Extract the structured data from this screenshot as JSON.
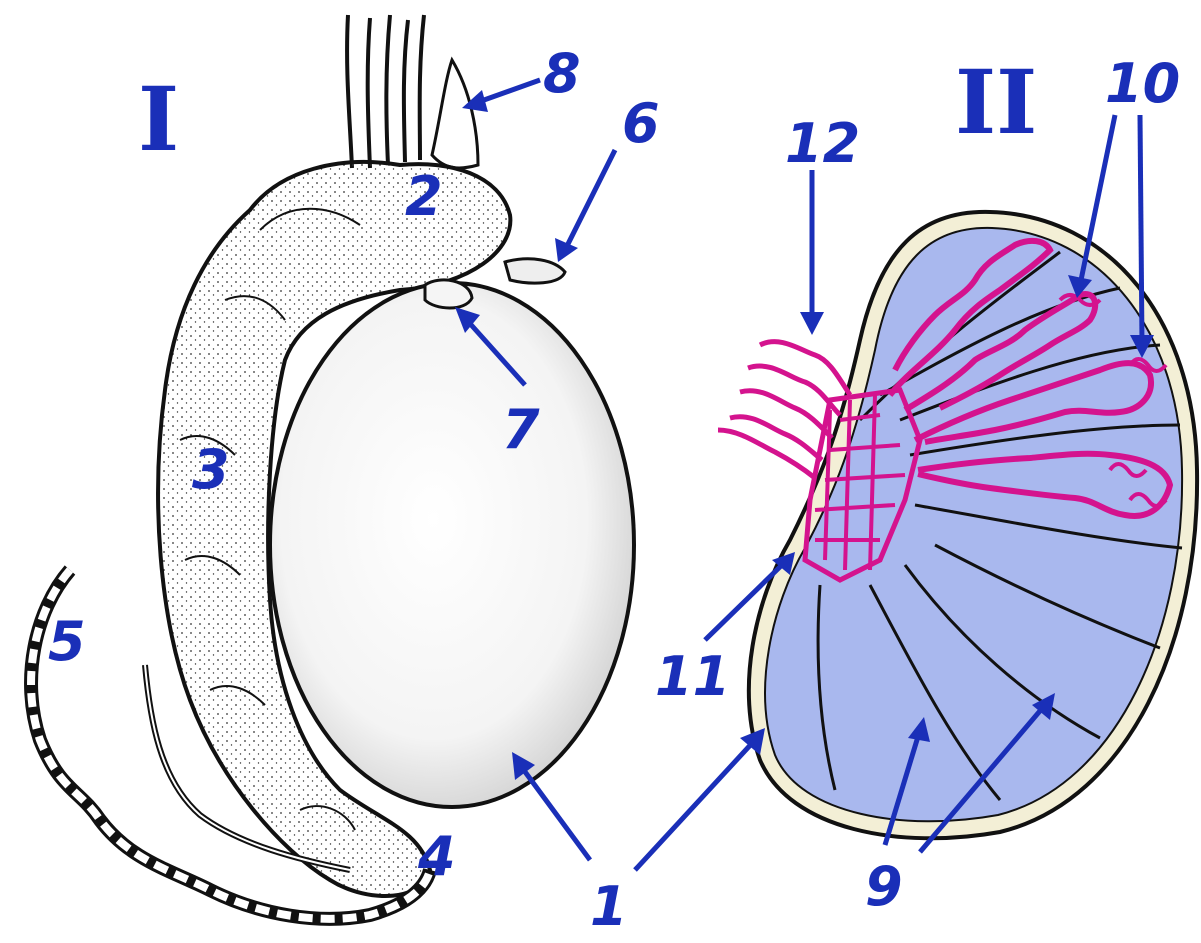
{
  "figure": {
    "panels": [
      {
        "id": "I",
        "numeral": "I"
      },
      {
        "id": "II",
        "numeral": "II"
      }
    ],
    "labels": {
      "l1": "1",
      "l2": "2",
      "l3": "3",
      "l4": "4",
      "l5": "5",
      "l6": "6",
      "l7": "7",
      "l8": "8",
      "l9": "9",
      "l10": "10",
      "l11": "11",
      "l12": "12"
    },
    "colors": {
      "label": "#1a2fb8",
      "tubules": "#d4138e",
      "lobule_fill": "#a9b8ee",
      "tunica": "#f3efd6",
      "ink": "#111111"
    }
  }
}
